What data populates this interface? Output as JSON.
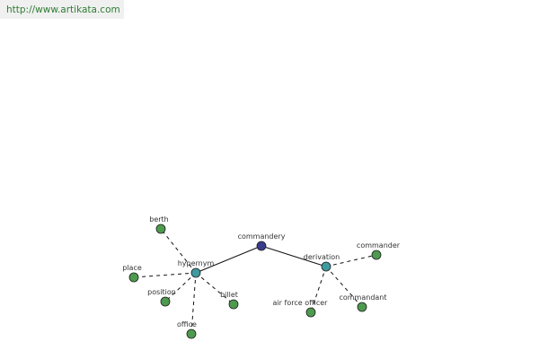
{
  "header": {
    "url": "http://www.artikata.com"
  },
  "colors": {
    "root": "#3b3b8c",
    "relation": "#3f9aa0",
    "leaf": "#4e9a4e",
    "node_stroke": "#1e1e1e",
    "solid_edge": "#111111",
    "dashed_edge": "#111111",
    "link": "#2e7d32"
  },
  "graph": {
    "root": {
      "label": "commandery"
    },
    "relations": [
      {
        "label": "hypernym",
        "leaves": [
          "berth",
          "place",
          "position",
          "office",
          "billet"
        ]
      },
      {
        "label": "derivation",
        "leaves": [
          "commander",
          "commandant",
          "air force officer"
        ]
      }
    ]
  }
}
